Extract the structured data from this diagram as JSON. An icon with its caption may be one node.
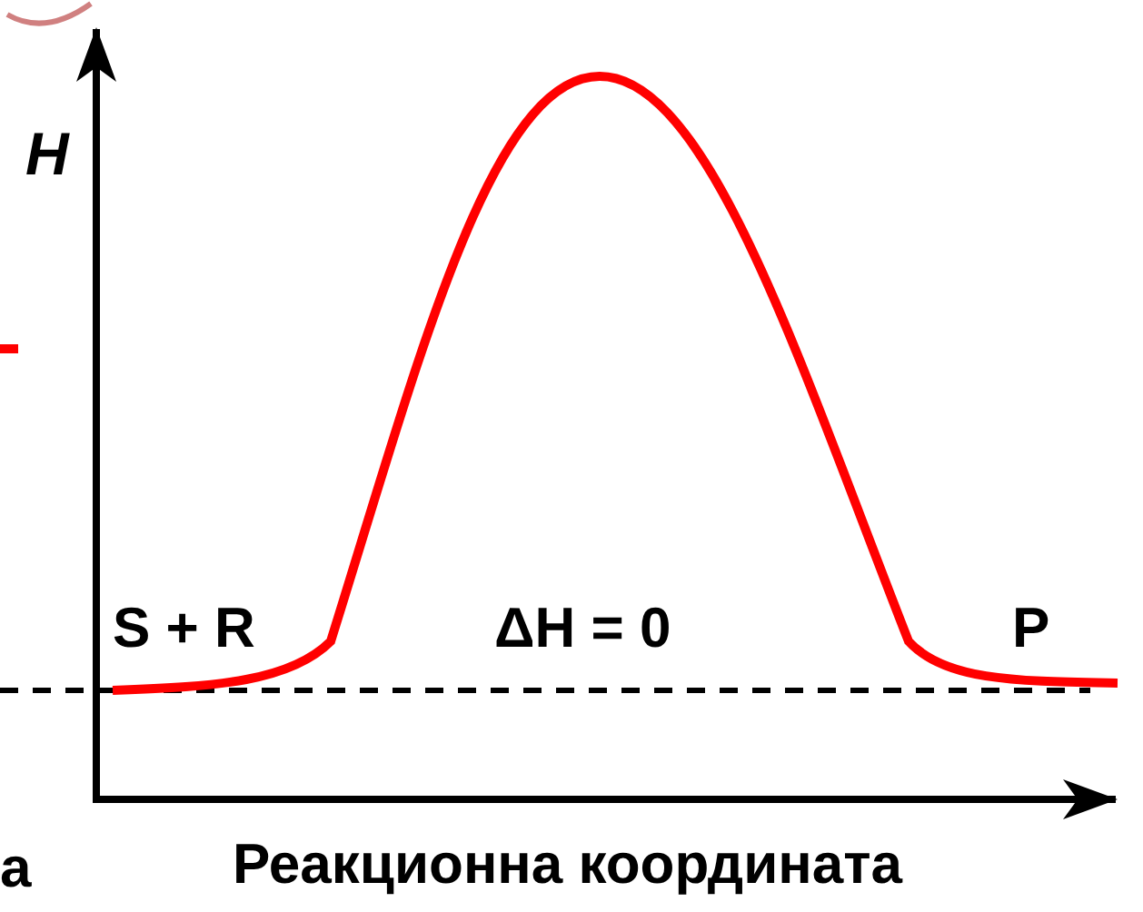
{
  "diagram": {
    "labels": [
      "H",
      "S + R",
      "ΔH = 0",
      "P",
      "а",
      "Реакционна координата"
    ]
  }
}
